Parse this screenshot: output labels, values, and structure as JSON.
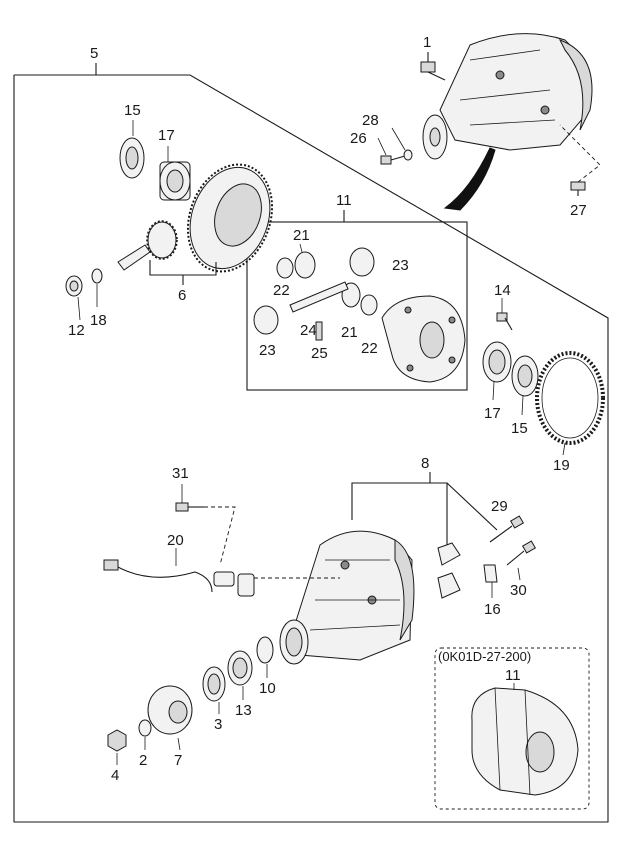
{
  "callouts": {
    "c1": "1",
    "c2": "2",
    "c3": "3",
    "c4": "4",
    "c5": "5",
    "c6": "6",
    "c7": "7",
    "c8": "8",
    "c10": "10",
    "c11": "11",
    "c11b": "11",
    "c12": "12",
    "c13": "13",
    "c14": "14",
    "c15a": "15",
    "c15b": "15",
    "c16": "16",
    "c17a": "17",
    "c17b": "17",
    "c18": "18",
    "c19": "19",
    "c20": "20",
    "c21a": "21",
    "c21b": "21",
    "c22a": "22",
    "c22b": "22",
    "c23a": "23",
    "c23b": "23",
    "c24": "24",
    "c25": "25",
    "c26": "26",
    "c27": "27",
    "c28": "28",
    "c29": "29",
    "c30": "30",
    "c31": "31"
  },
  "variant_box": {
    "code": "(0K01D-27-200)"
  }
}
